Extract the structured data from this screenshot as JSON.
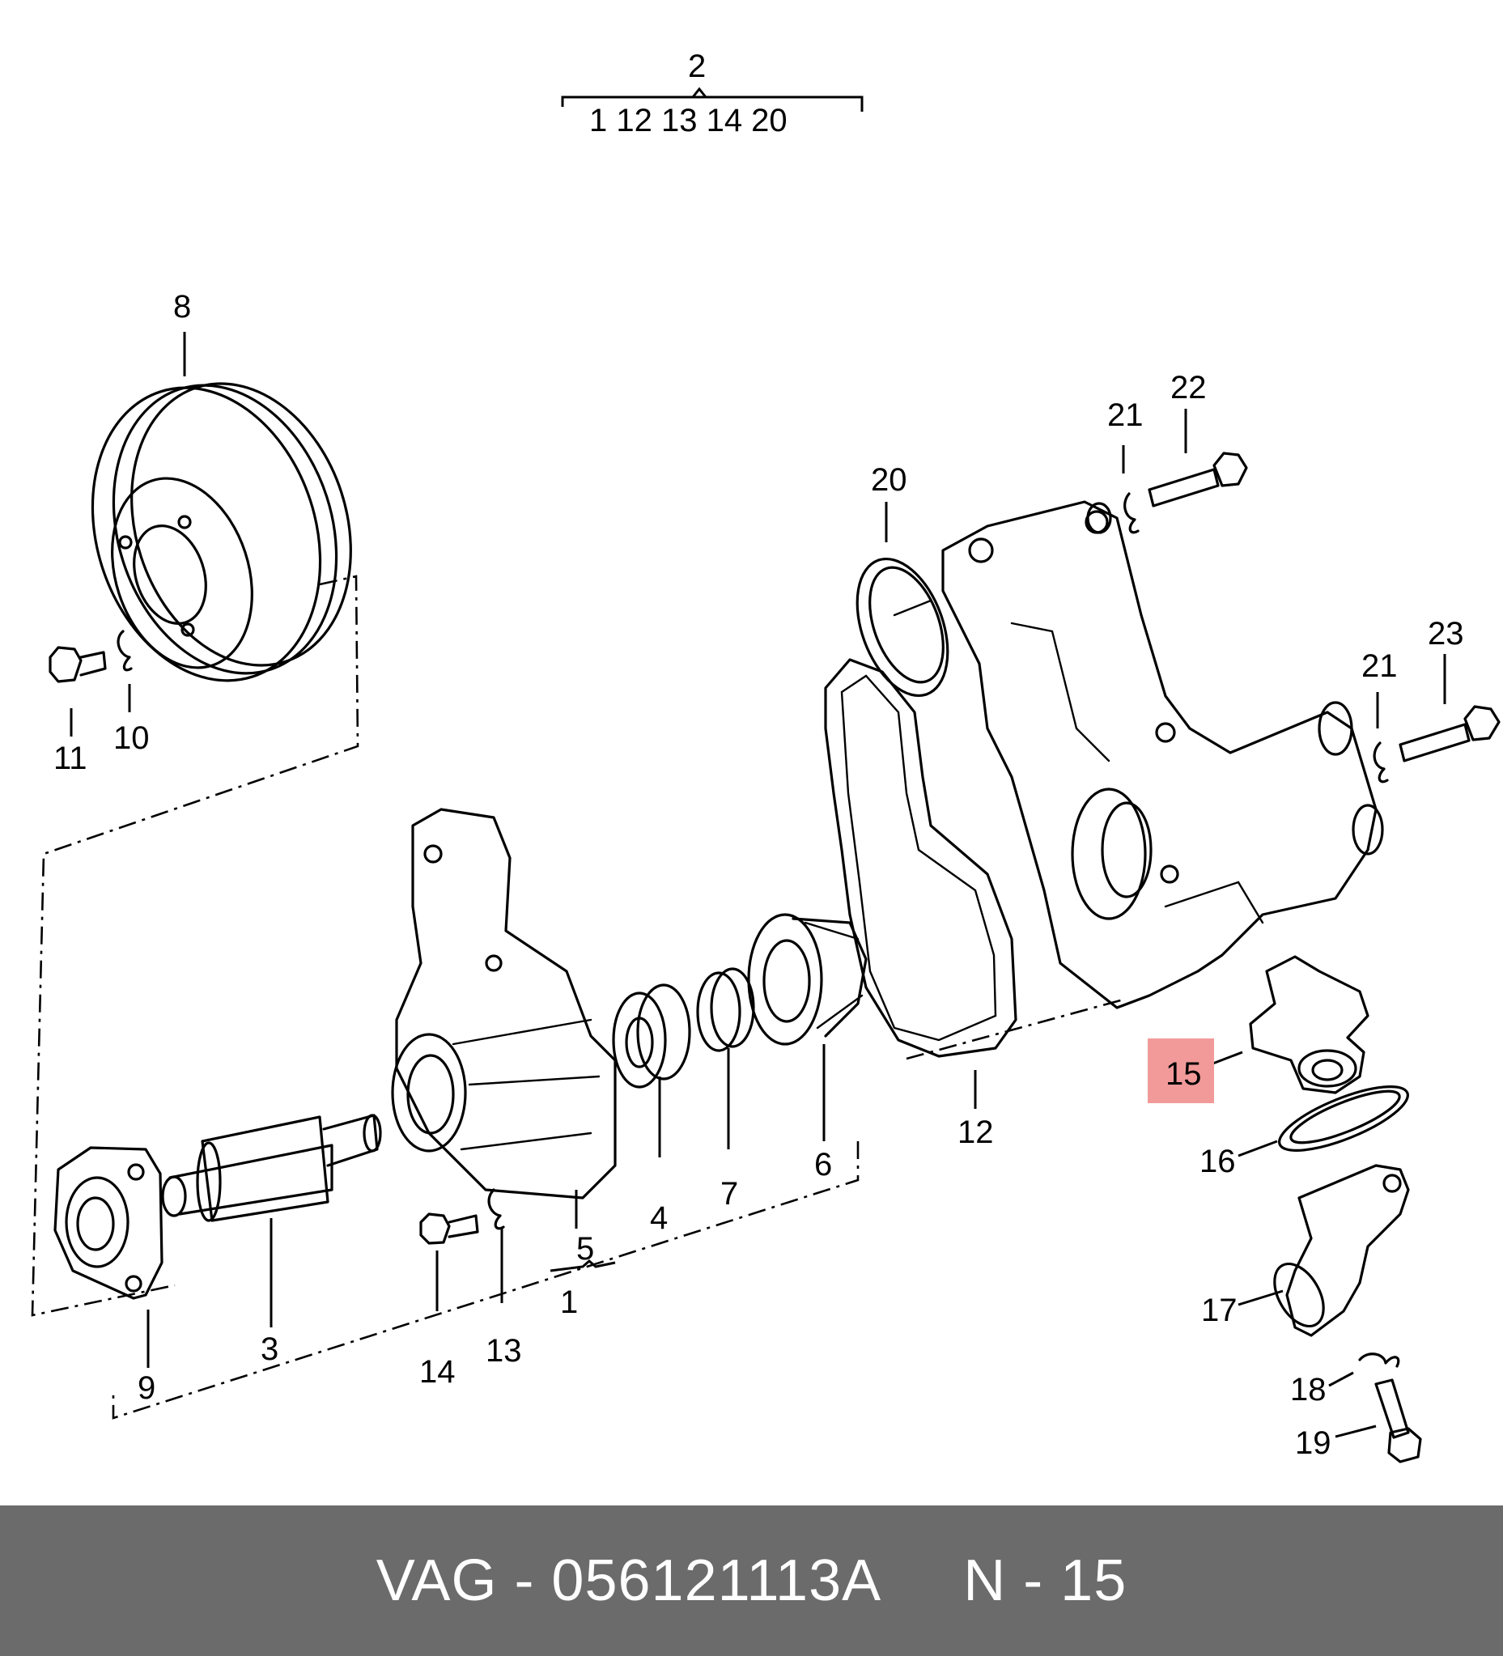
{
  "diagram": {
    "group_label": "2",
    "group_members": "1 12  13 14 20",
    "highlighted_part": "15",
    "callouts": {
      "p1": "1",
      "p3": "3",
      "p4": "4",
      "p5": "5",
      "p6": "6",
      "p7": "7",
      "p8": "8",
      "p9": "9",
      "p10": "10",
      "p11": "11",
      "p12": "12",
      "p13": "13",
      "p14": "14",
      "p15": "15",
      "p16": "16",
      "p17": "17",
      "p18": "18",
      "p19": "19",
      "p20": "20",
      "p21a": "21",
      "p21b": "21",
      "p22": "22",
      "p23": "23"
    },
    "highlight_color": "#f29a9a"
  },
  "footer": {
    "text": "VAG - 056121113A     N - 15",
    "background": "#6b6b6b"
  }
}
